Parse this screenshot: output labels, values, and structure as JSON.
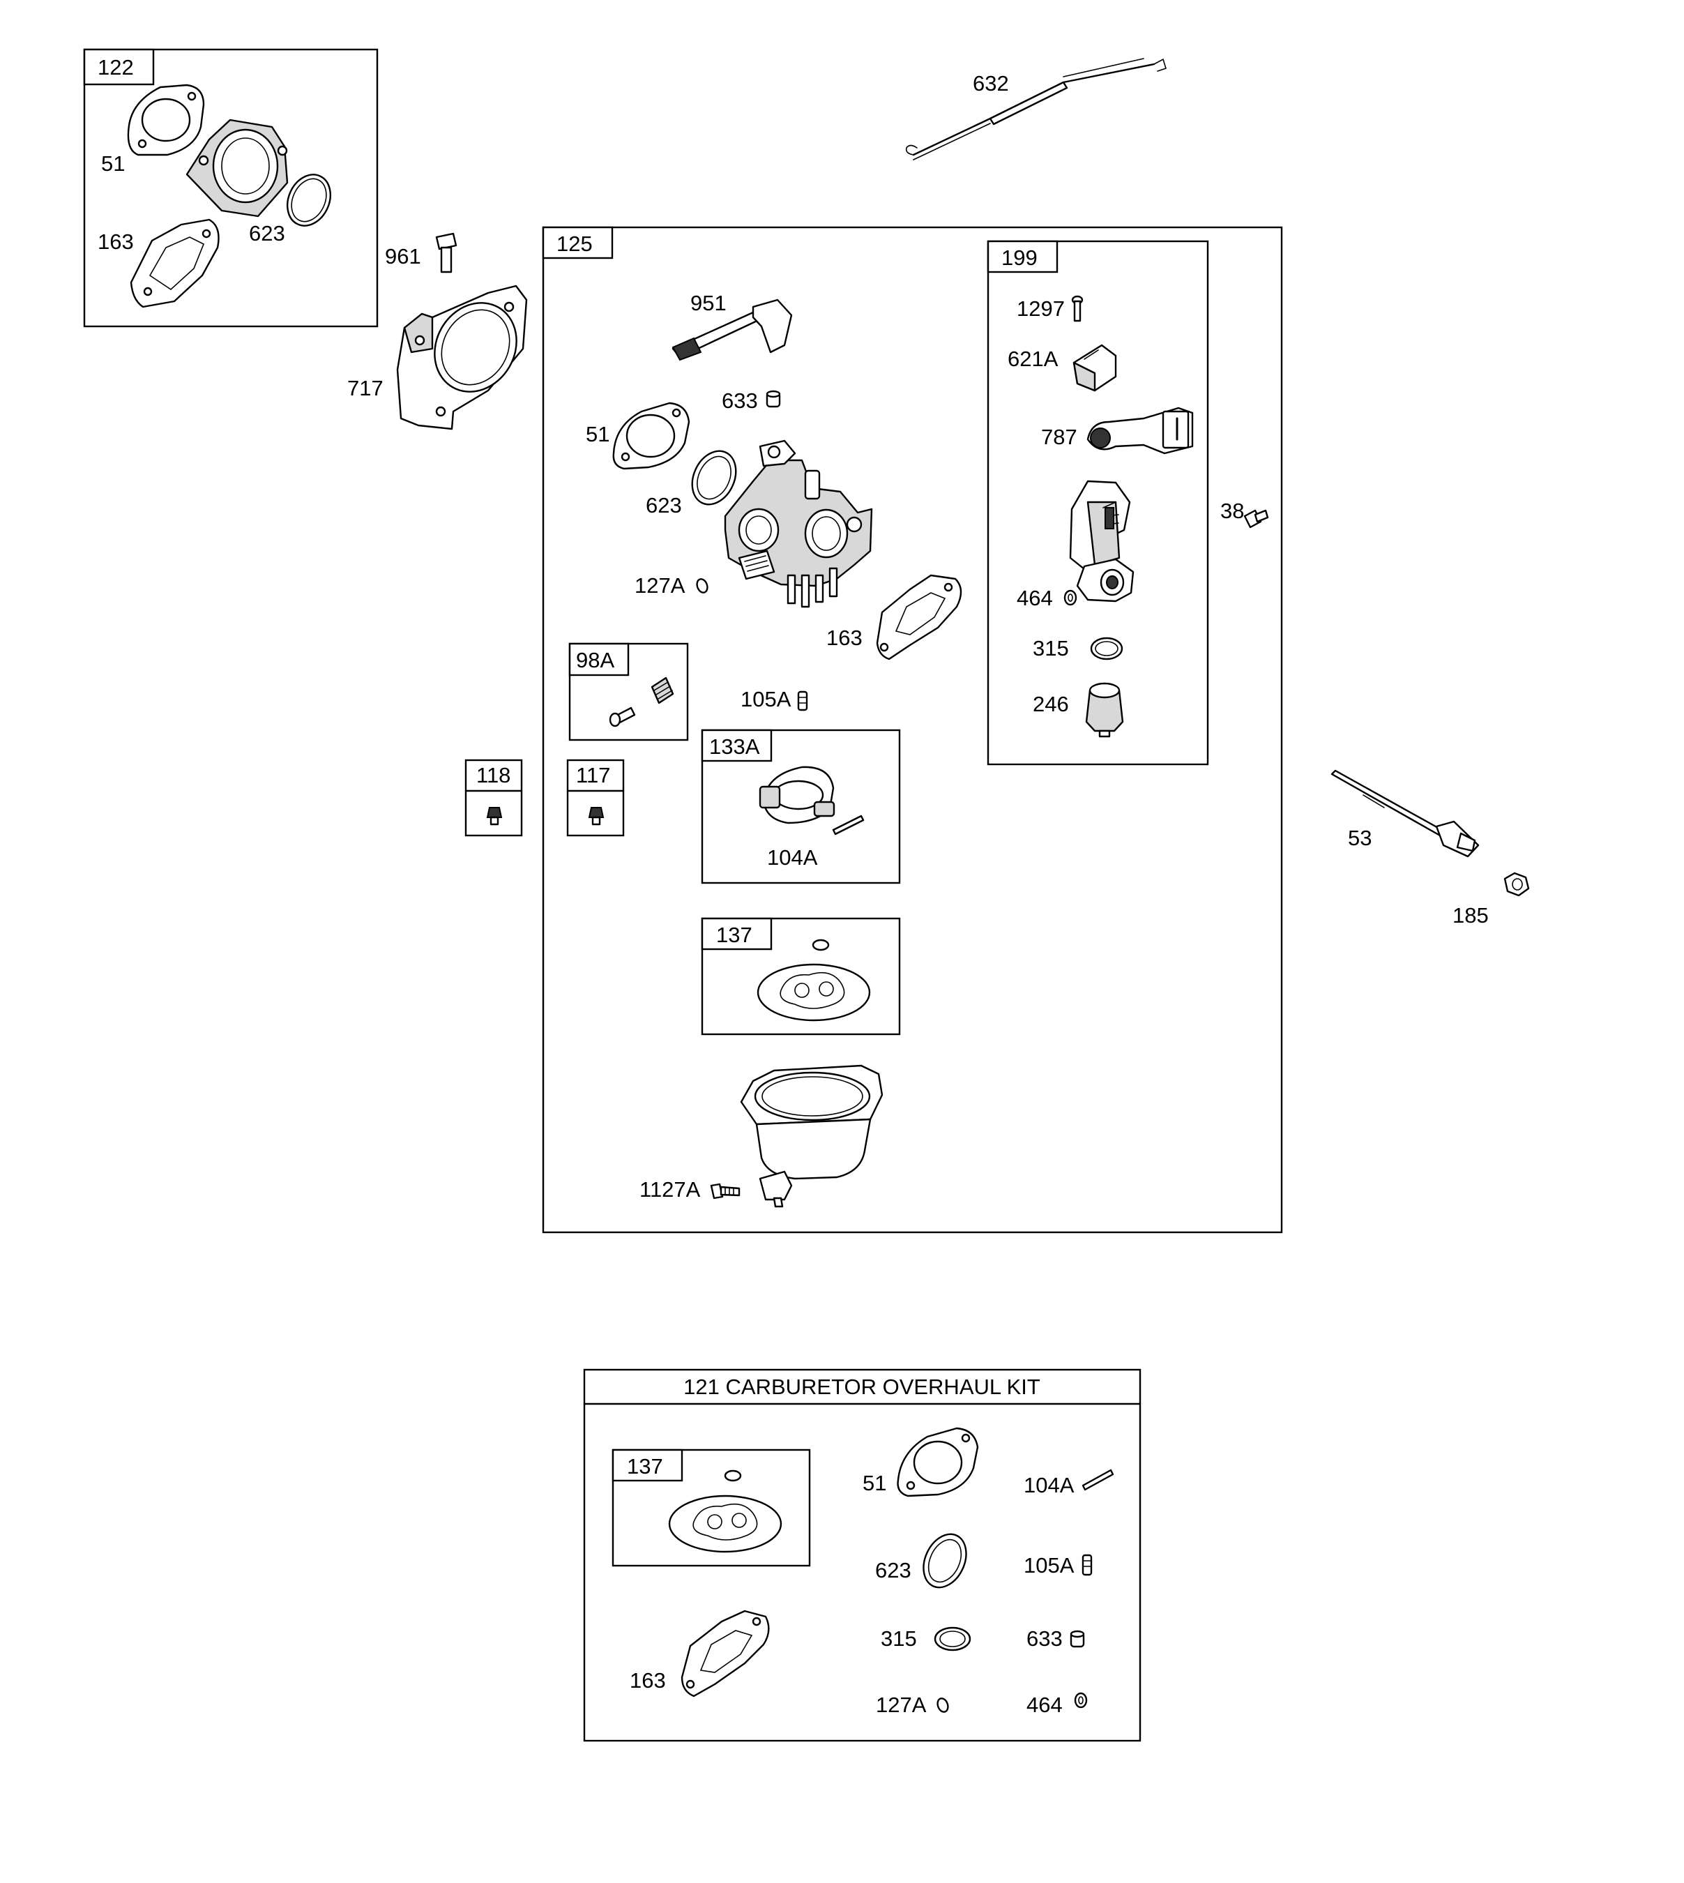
{
  "kit_title": "121 CARBURETOR OVERHAUL KIT",
  "labels": {
    "122": "122",
    "51a": "51",
    "623a": "623",
    "163a": "163",
    "961": "961",
    "717": "717",
    "632": "632",
    "125": "125",
    "951": "951",
    "633": "633",
    "51b": "51",
    "623b": "623",
    "127A": "127A",
    "163b": "163",
    "98A": "98A",
    "105A": "105A",
    "118": "118",
    "117": "117",
    "133A": "133A",
    "104A": "104A",
    "137a": "137",
    "1127A": "1127A",
    "199": "199",
    "1297": "1297",
    "621A": "621A",
    "787": "787",
    "464": "464",
    "315": "315",
    "246": "246",
    "38": "38",
    "53": "53",
    "185": "185"
  },
  "kit_labels": {
    "137": "137",
    "51": "51",
    "104A": "104A",
    "623": "623",
    "105A": "105A",
    "315": "315",
    "633": "633",
    "163": "163",
    "127A": "127A",
    "464": "464"
  }
}
